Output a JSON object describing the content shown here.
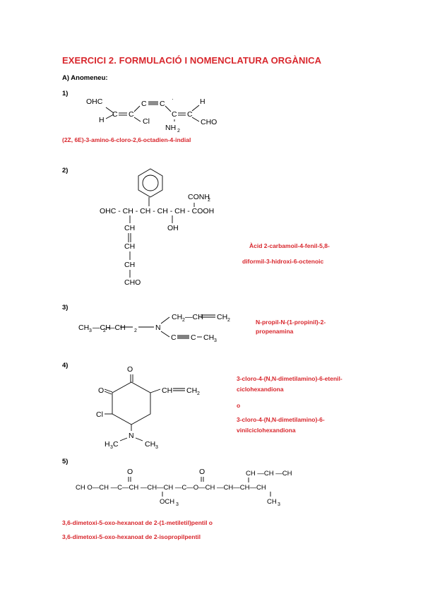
{
  "title": "EXERCICI 2. FORMULACIÓ I NOMENCLATURA ORGÀNICA",
  "subtitle": "A) Anomeneu:",
  "exercises": [
    {
      "num": "1)",
      "answer": [
        "(2Z, 6E)-3-amino-6-cloro-2,6-octadien-4-indial"
      ]
    },
    {
      "num": "2)",
      "answer": [
        "Àcid 2-carbamoil-4-fenil-5,8-",
        "diformil-3-hidroxi-6-octenoic"
      ]
    },
    {
      "num": "3)",
      "answer": [
        "N-propil-N-(1-propinil)-2-",
        "propenamina"
      ]
    },
    {
      "num": "4)",
      "answer": [
        "3-cloro-4-(N,N-dimetilamino)-6-etenil-",
        "ciclohexandiona",
        "o",
        "3-cloro-4-(N,N-dimetilamino)-6-",
        "vinilciclohexandiona"
      ]
    },
    {
      "num": "5)",
      "answer": [
        "3,6-dimetoxi-5-oxo-hexanoat de 2-(1-metiletil)pentil  o",
        "3,6-dimetoxi-5-oxo-hexanoat de 2-isopropilpentil"
      ]
    }
  ],
  "structures": {
    "s1": {
      "l1": "OHC",
      "l2": "H",
      "l3": "Cl",
      "l4": "NH",
      "l4sub": "2",
      "l5": "H",
      "l6": "CHO"
    },
    "s2": {
      "chain": "OHC - CH - CH - CH - CH - COOH",
      "conh": "CONH",
      "conhsub": "2",
      "oh": "OH",
      "b1": "CH",
      "b2": "CH",
      "b3": "CH",
      "b4": "CHO"
    },
    "s3": {
      "left": "CH",
      "m1": "—CH",
      "m2": "—CH",
      "n": "N",
      "up": "CH",
      "upr": "—CH",
      "upe": "CH",
      "dn": "C",
      "dnr": "CH",
      "s3sub": "3",
      "s2sub": "2"
    },
    "s4": {
      "o1": "O",
      "o2": "O",
      "cl": "Cl",
      "vinyl": "CH",
      "vinyl2": "CH",
      "vsub": "2",
      "n": "N",
      "me1": "H",
      "me1c": "C",
      "me2": "CH",
      "msub": "3"
    },
    "s5": {
      "chain": "CH O—CH —C—CH —CH—CH —C—O—CH —CH—CH—CH",
      "och": "OCH",
      "top": "CH —CH —CH",
      "o1": "O",
      "o2": "O"
    }
  }
}
